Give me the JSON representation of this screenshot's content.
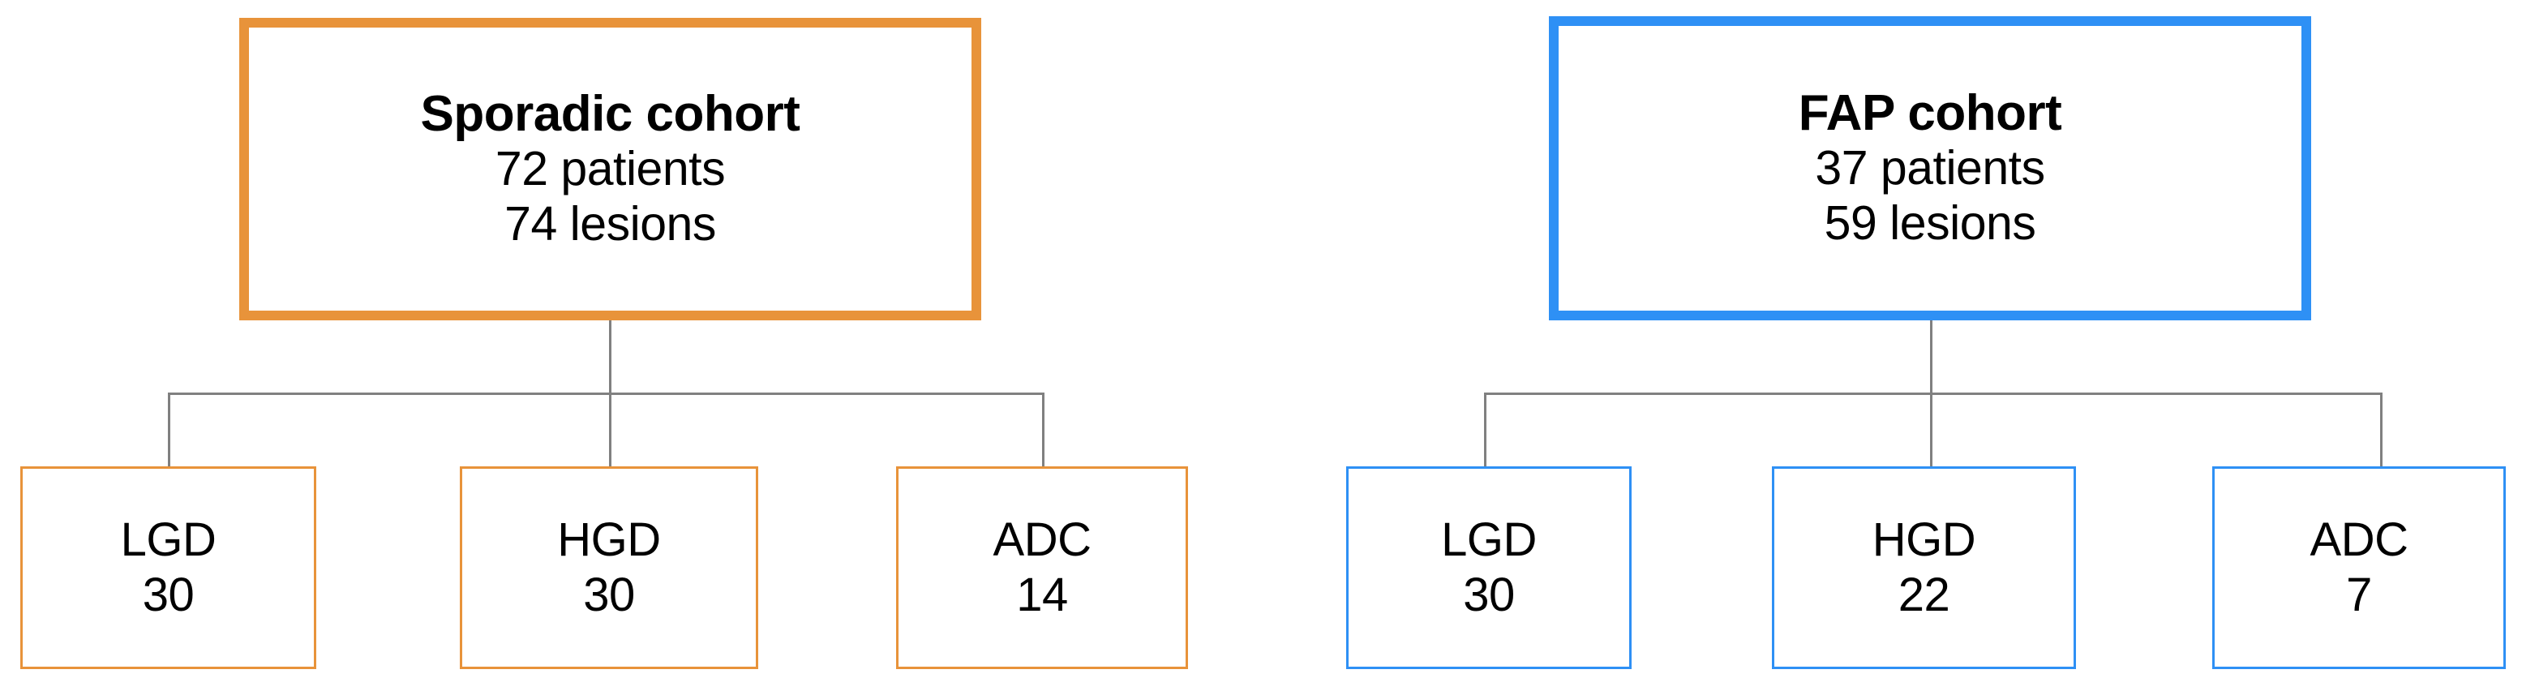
{
  "diagram": {
    "type": "flow-tree",
    "background_color": "#ffffff",
    "connector_color": "#808080",
    "cohorts": [
      {
        "id": "sporadic",
        "title": "Sporadic cohort",
        "patients": "72 patients",
        "lesions": "74 lesions",
        "accent_color": "#E8933A",
        "children": [
          {
            "id": "sporadic-lgd",
            "label": "LGD",
            "count": "30"
          },
          {
            "id": "sporadic-hgd",
            "label": "HGD",
            "count": "30"
          },
          {
            "id": "sporadic-adc",
            "label": "ADC",
            "count": "14"
          }
        ]
      },
      {
        "id": "fap",
        "title": "FAP cohort",
        "patients": "37 patients",
        "lesions": "59 lesions",
        "accent_color": "#2E90F5",
        "children": [
          {
            "id": "fap-lgd",
            "label": "LGD",
            "count": "30"
          },
          {
            "id": "fap-hgd",
            "label": "HGD",
            "count": "22"
          },
          {
            "id": "fap-adc",
            "label": "ADC",
            "count": "7"
          }
        ]
      }
    ]
  }
}
